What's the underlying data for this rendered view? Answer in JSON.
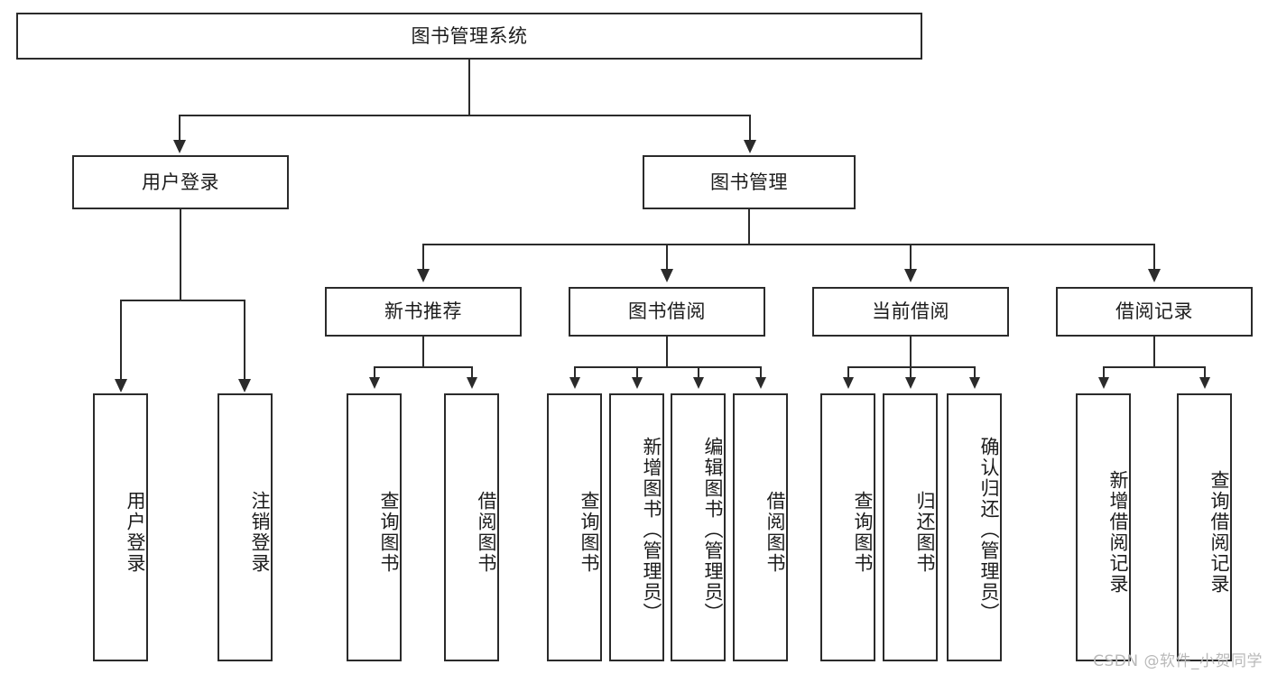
{
  "diagram": {
    "title": "图书管理系统",
    "type": "tree",
    "watermark": "CSDN @软件_小贺同学",
    "colors": {
      "stroke": "#2b2b2b",
      "fill": "#ffffff",
      "text": "#1c1c1c",
      "watermark": "#b9b9b9"
    },
    "root": {
      "label": "图书管理系统"
    },
    "level2": [
      {
        "label": "用户登录"
      },
      {
        "label": "图书管理"
      }
    ],
    "level3": [
      {
        "label": "新书推荐"
      },
      {
        "label": "图书借阅"
      },
      {
        "label": "当前借阅"
      },
      {
        "label": "借阅记录"
      }
    ],
    "leaves": {
      "user_login": [
        {
          "label": "用户登录"
        },
        {
          "label": "注销登录"
        }
      ],
      "new_book": [
        {
          "label": "查询图书"
        },
        {
          "label": "借阅图书"
        }
      ],
      "borrow": [
        {
          "label": "查询图书"
        },
        {
          "label": "新增图书（管理员）"
        },
        {
          "label": "编辑图书（管理员）"
        },
        {
          "label": "借阅图书"
        }
      ],
      "current": [
        {
          "label": "查询图书"
        },
        {
          "label": "归还图书"
        },
        {
          "label": "确认归还（管理员）"
        }
      ],
      "records": [
        {
          "label": "新增借阅记录"
        },
        {
          "label": "查询借阅记录"
        }
      ]
    }
  }
}
